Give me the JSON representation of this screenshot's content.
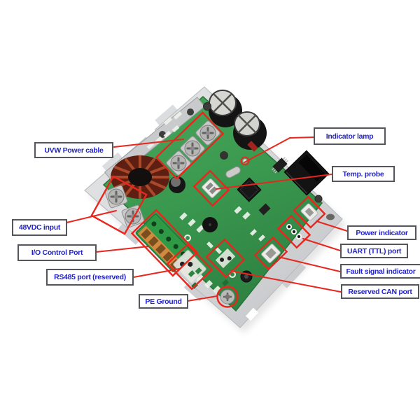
{
  "figure": {
    "kind": "annotated motor-driver PCB photo",
    "colors": {
      "annotation_red": "#e8261d",
      "label_text_blue": "#2222cd",
      "label_border_gray": "#55565c",
      "label_bg": "#ffffff",
      "pcb_green": "#3b9a50",
      "plate_silver": "#d7d8da",
      "inductor_copper": "#8a3a1e"
    },
    "labels": [
      {
        "id": "uvw-power-cable",
        "text": "UVW Power cable"
      },
      {
        "id": "dc-input",
        "text": "48VDC input"
      },
      {
        "id": "io-control-port",
        "text": "I/O Control Port"
      },
      {
        "id": "rs485-port",
        "text": "RS485 port (reserved)"
      },
      {
        "id": "pe-ground",
        "text": "PE Ground"
      },
      {
        "id": "indicator-lamp",
        "text": "Indicator lamp"
      },
      {
        "id": "temp-probe",
        "text": "Temp. probe"
      },
      {
        "id": "power-indicator",
        "text": "Power indicator"
      },
      {
        "id": "uart-ttl-port",
        "text": "UART (TTL) port"
      },
      {
        "id": "fault-signal-indicator",
        "text": "Fault signal indicator"
      },
      {
        "id": "reserved-can-port",
        "text": "Reserved CAN port"
      }
    ],
    "components": [
      "mounting-plate",
      "pcb",
      "toroid-inductor",
      "electrolytic-capacitor",
      "electrolytic-capacitor",
      "uvw-terminal-screws",
      "dc-input-screws",
      "io-terminal-block",
      "rs485-pads",
      "pe-ground-screw",
      "crystal-oscillator",
      "mcu-chip",
      "soic-chip",
      "rj-jack",
      "indicator-led",
      "temp-probe-connector",
      "power-indicator-connector",
      "uart-pads",
      "fault-signal-connector",
      "can-port-pads"
    ]
  }
}
